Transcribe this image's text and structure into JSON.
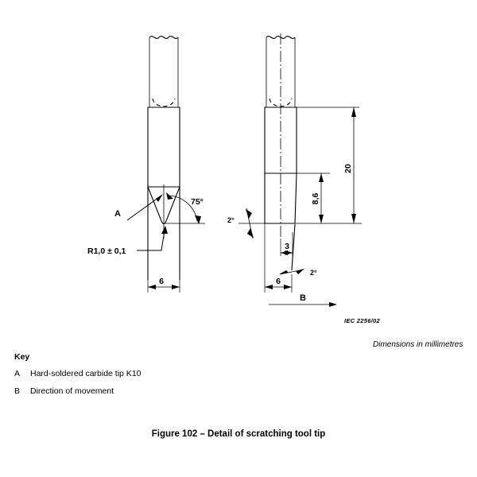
{
  "figure": {
    "caption": "Figure 102 – Detail of scratching tool tip",
    "iec_reference": "IEC  2256/02",
    "units_note": "Dimensions in millimetres"
  },
  "key": {
    "title": "Key",
    "items": [
      {
        "id": "A",
        "description": "Hard-soldered carbide tip K10"
      },
      {
        "id": "B",
        "description": "Direction of movement"
      }
    ]
  },
  "front_view": {
    "callout_a": "A",
    "radius_label": "R1,0 ± 0,1",
    "angle_label": "75°",
    "width_label": "6"
  },
  "side_view": {
    "height_total_label": "20",
    "height_tip_label": "8,6",
    "flank_angle_left_label": "2°",
    "flank_angle_right_label": "2°",
    "tip_width_label": "3",
    "width_label": "6",
    "direction_label": "B"
  },
  "colors": {
    "line": "#000000",
    "background": "#ffffff"
  }
}
